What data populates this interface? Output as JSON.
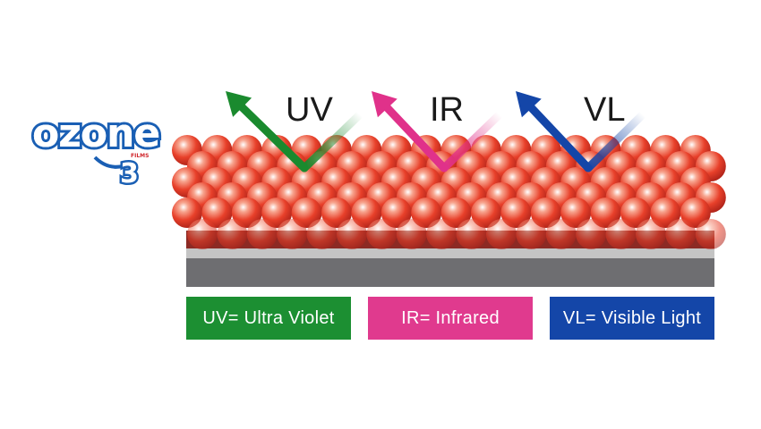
{
  "logo": {
    "word": "ozone",
    "tagline": "FILMS",
    "subscript": "3",
    "color": "#1a5fb4"
  },
  "arrows": [
    {
      "key": "uv",
      "label": "UV",
      "color": "#1a8a2e"
    },
    {
      "key": "ir",
      "label": "IR",
      "color": "#e0318a"
    },
    {
      "key": "vl",
      "label": "VL",
      "color": "#1446a8"
    }
  ],
  "legend": [
    {
      "key": "uv",
      "text": "UV= Ultra Violet",
      "color": "#1c8f32"
    },
    {
      "key": "ir",
      "text": "IR= Infrared",
      "color": "#e03a8e"
    },
    {
      "key": "vl",
      "text": "VL= Visible Light",
      "color": "#1446a8"
    }
  ],
  "colors": {
    "sphere": "#e8402a",
    "band": "#8c2a24",
    "gray_bar": "#6e6e71",
    "light_bar": "#c4c4c4"
  }
}
